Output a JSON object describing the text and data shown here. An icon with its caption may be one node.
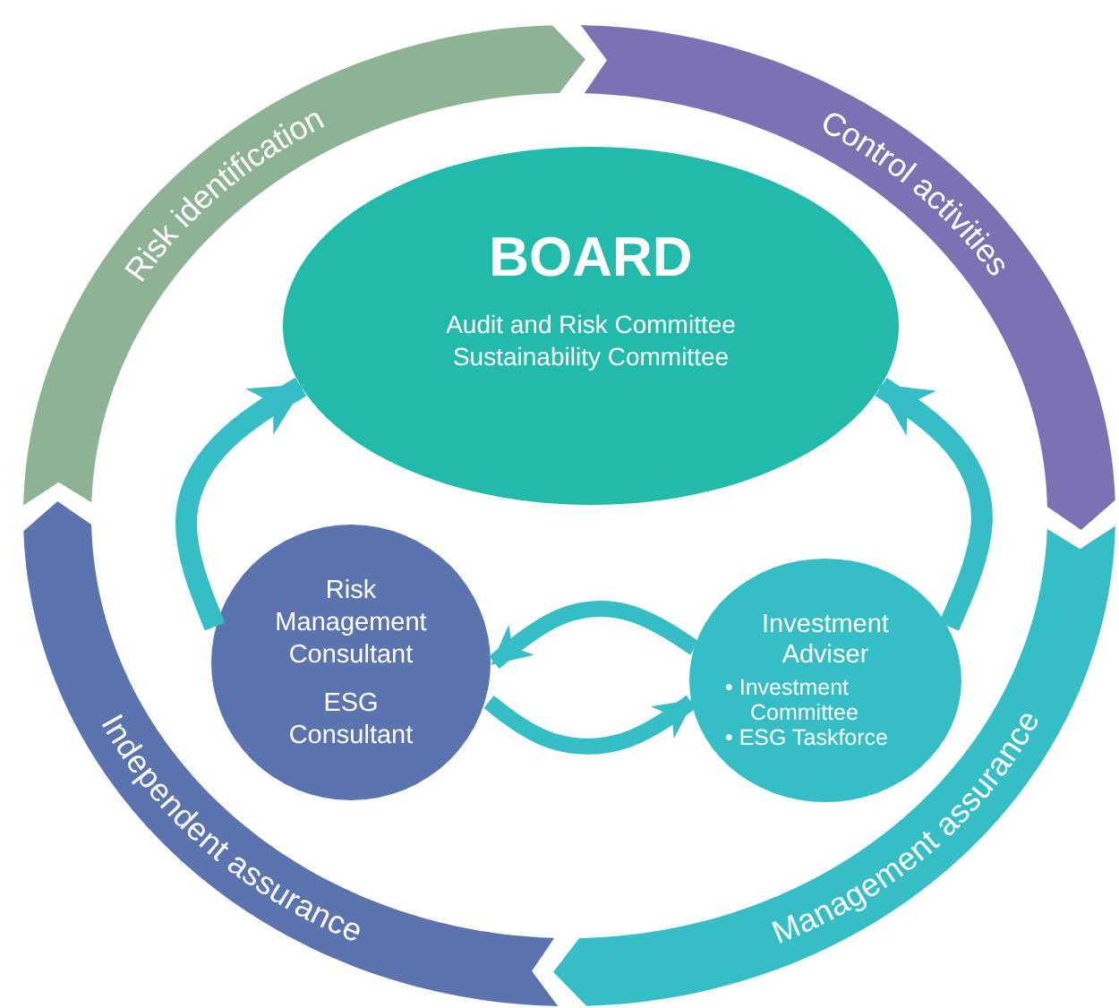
{
  "diagram": {
    "nodes": [
      {
        "text": [
          "Risk identification"
        ]
      },
      {
        "text": [
          "Control activities"
        ]
      },
      {
        "text": [
          "BOARD",
          "Audit and Risk Committee",
          "Sustainability Committee"
        ]
      },
      {
        "text": [
          "Risk Management Consultant",
          "ESG Consultant"
        ]
      },
      {
        "text": [
          "Investment Adviser",
          "• Investment Committee",
          "• ESG Taskforce"
        ]
      },
      {
        "text": [
          "Independent assurance"
        ]
      },
      {
        "text": [
          "Management assurance"
        ]
      }
    ],
    "edges": [
      {
        "from": 3,
        "to": 2,
        "arrow": "to"
      },
      {
        "from": 4,
        "to": 2,
        "arrow": "to"
      },
      {
        "from": 4,
        "to": 3,
        "arrow": "to"
      },
      {
        "from": 3,
        "to": 4,
        "arrow": "to"
      }
    ]
  }
}
